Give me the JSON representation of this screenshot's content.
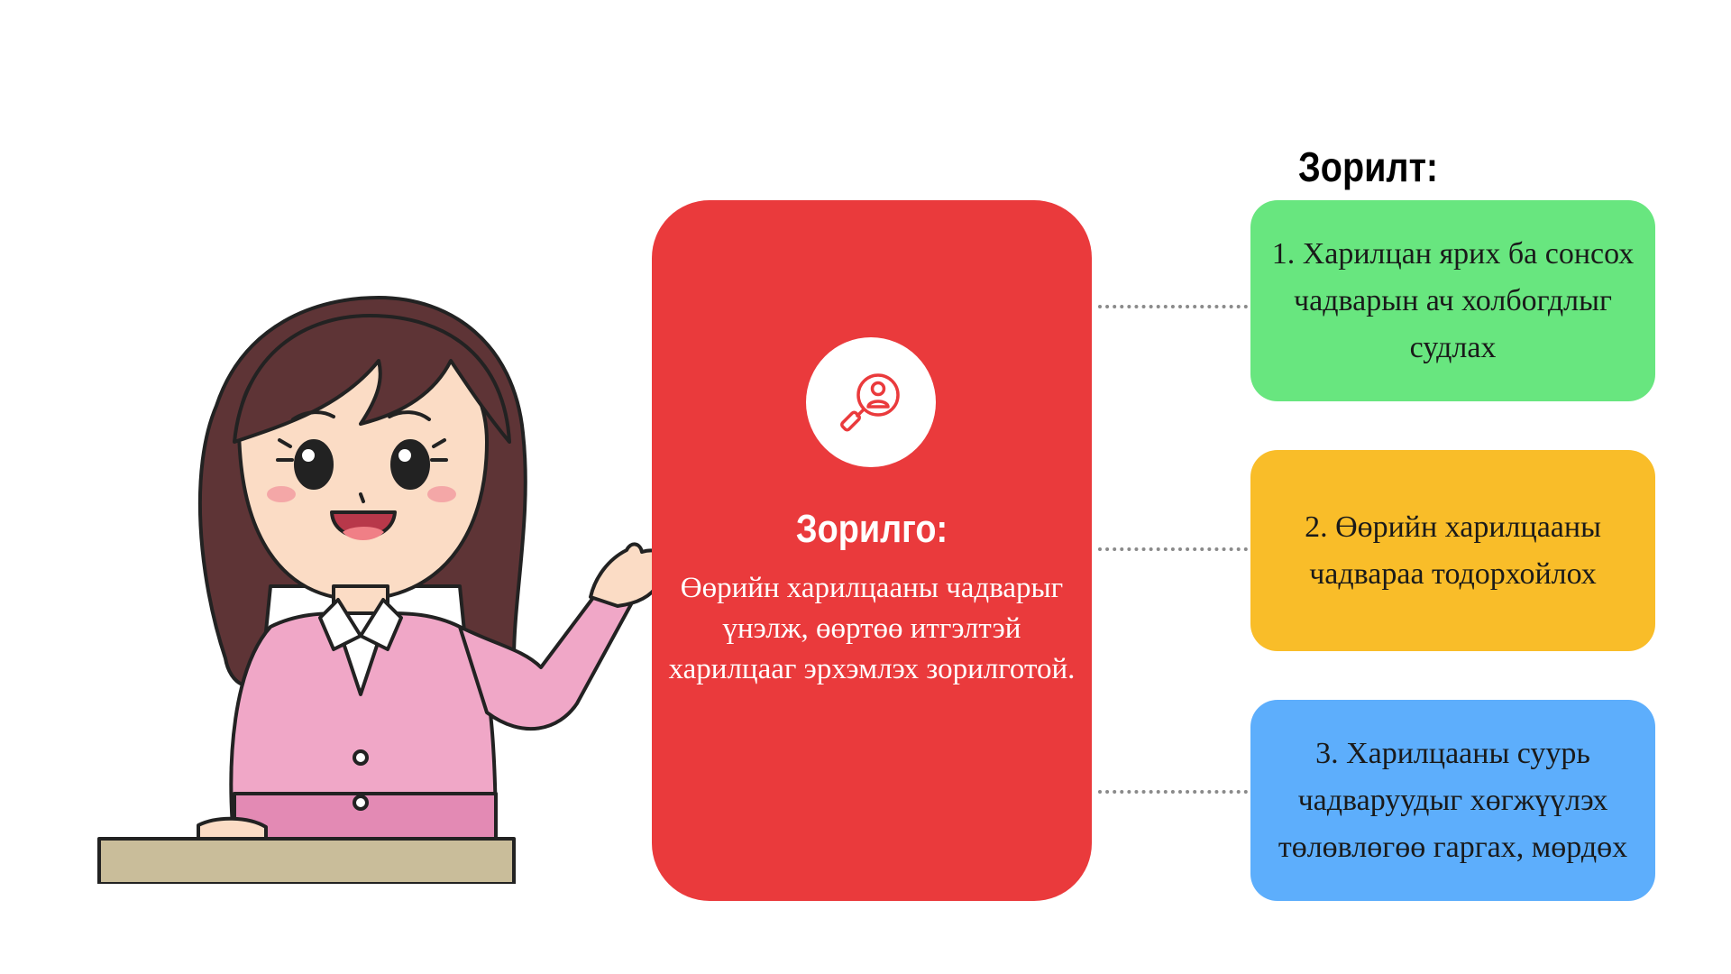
{
  "goal": {
    "title": "Зорилго:",
    "body": "Өөрийн харилцааны чадварыг үнэлж, өөртөө итгэлтэй харилцааг эрхэмлэх зорилготой.",
    "icon": "magnifier-user-icon",
    "color": "#ea3a3c"
  },
  "objectives": {
    "title": "Зорилт:",
    "items": [
      {
        "text": "1. Харилцан ярих ба сонсох чадварын ач холбогдлыг судлах",
        "color": "#68e67f"
      },
      {
        "text": "2. Өөрийн харилцааны чадвараа тодорхойлох",
        "color": "#f9bd29"
      },
      {
        "text": "3. Харилцааны суурь чадваруудыг хөгжүүлэх төлөвлөгөө гаргах, мөрдөх",
        "color": "#5daefc"
      }
    ]
  },
  "illustration": {
    "icon": "teacher-presenting-icon"
  }
}
